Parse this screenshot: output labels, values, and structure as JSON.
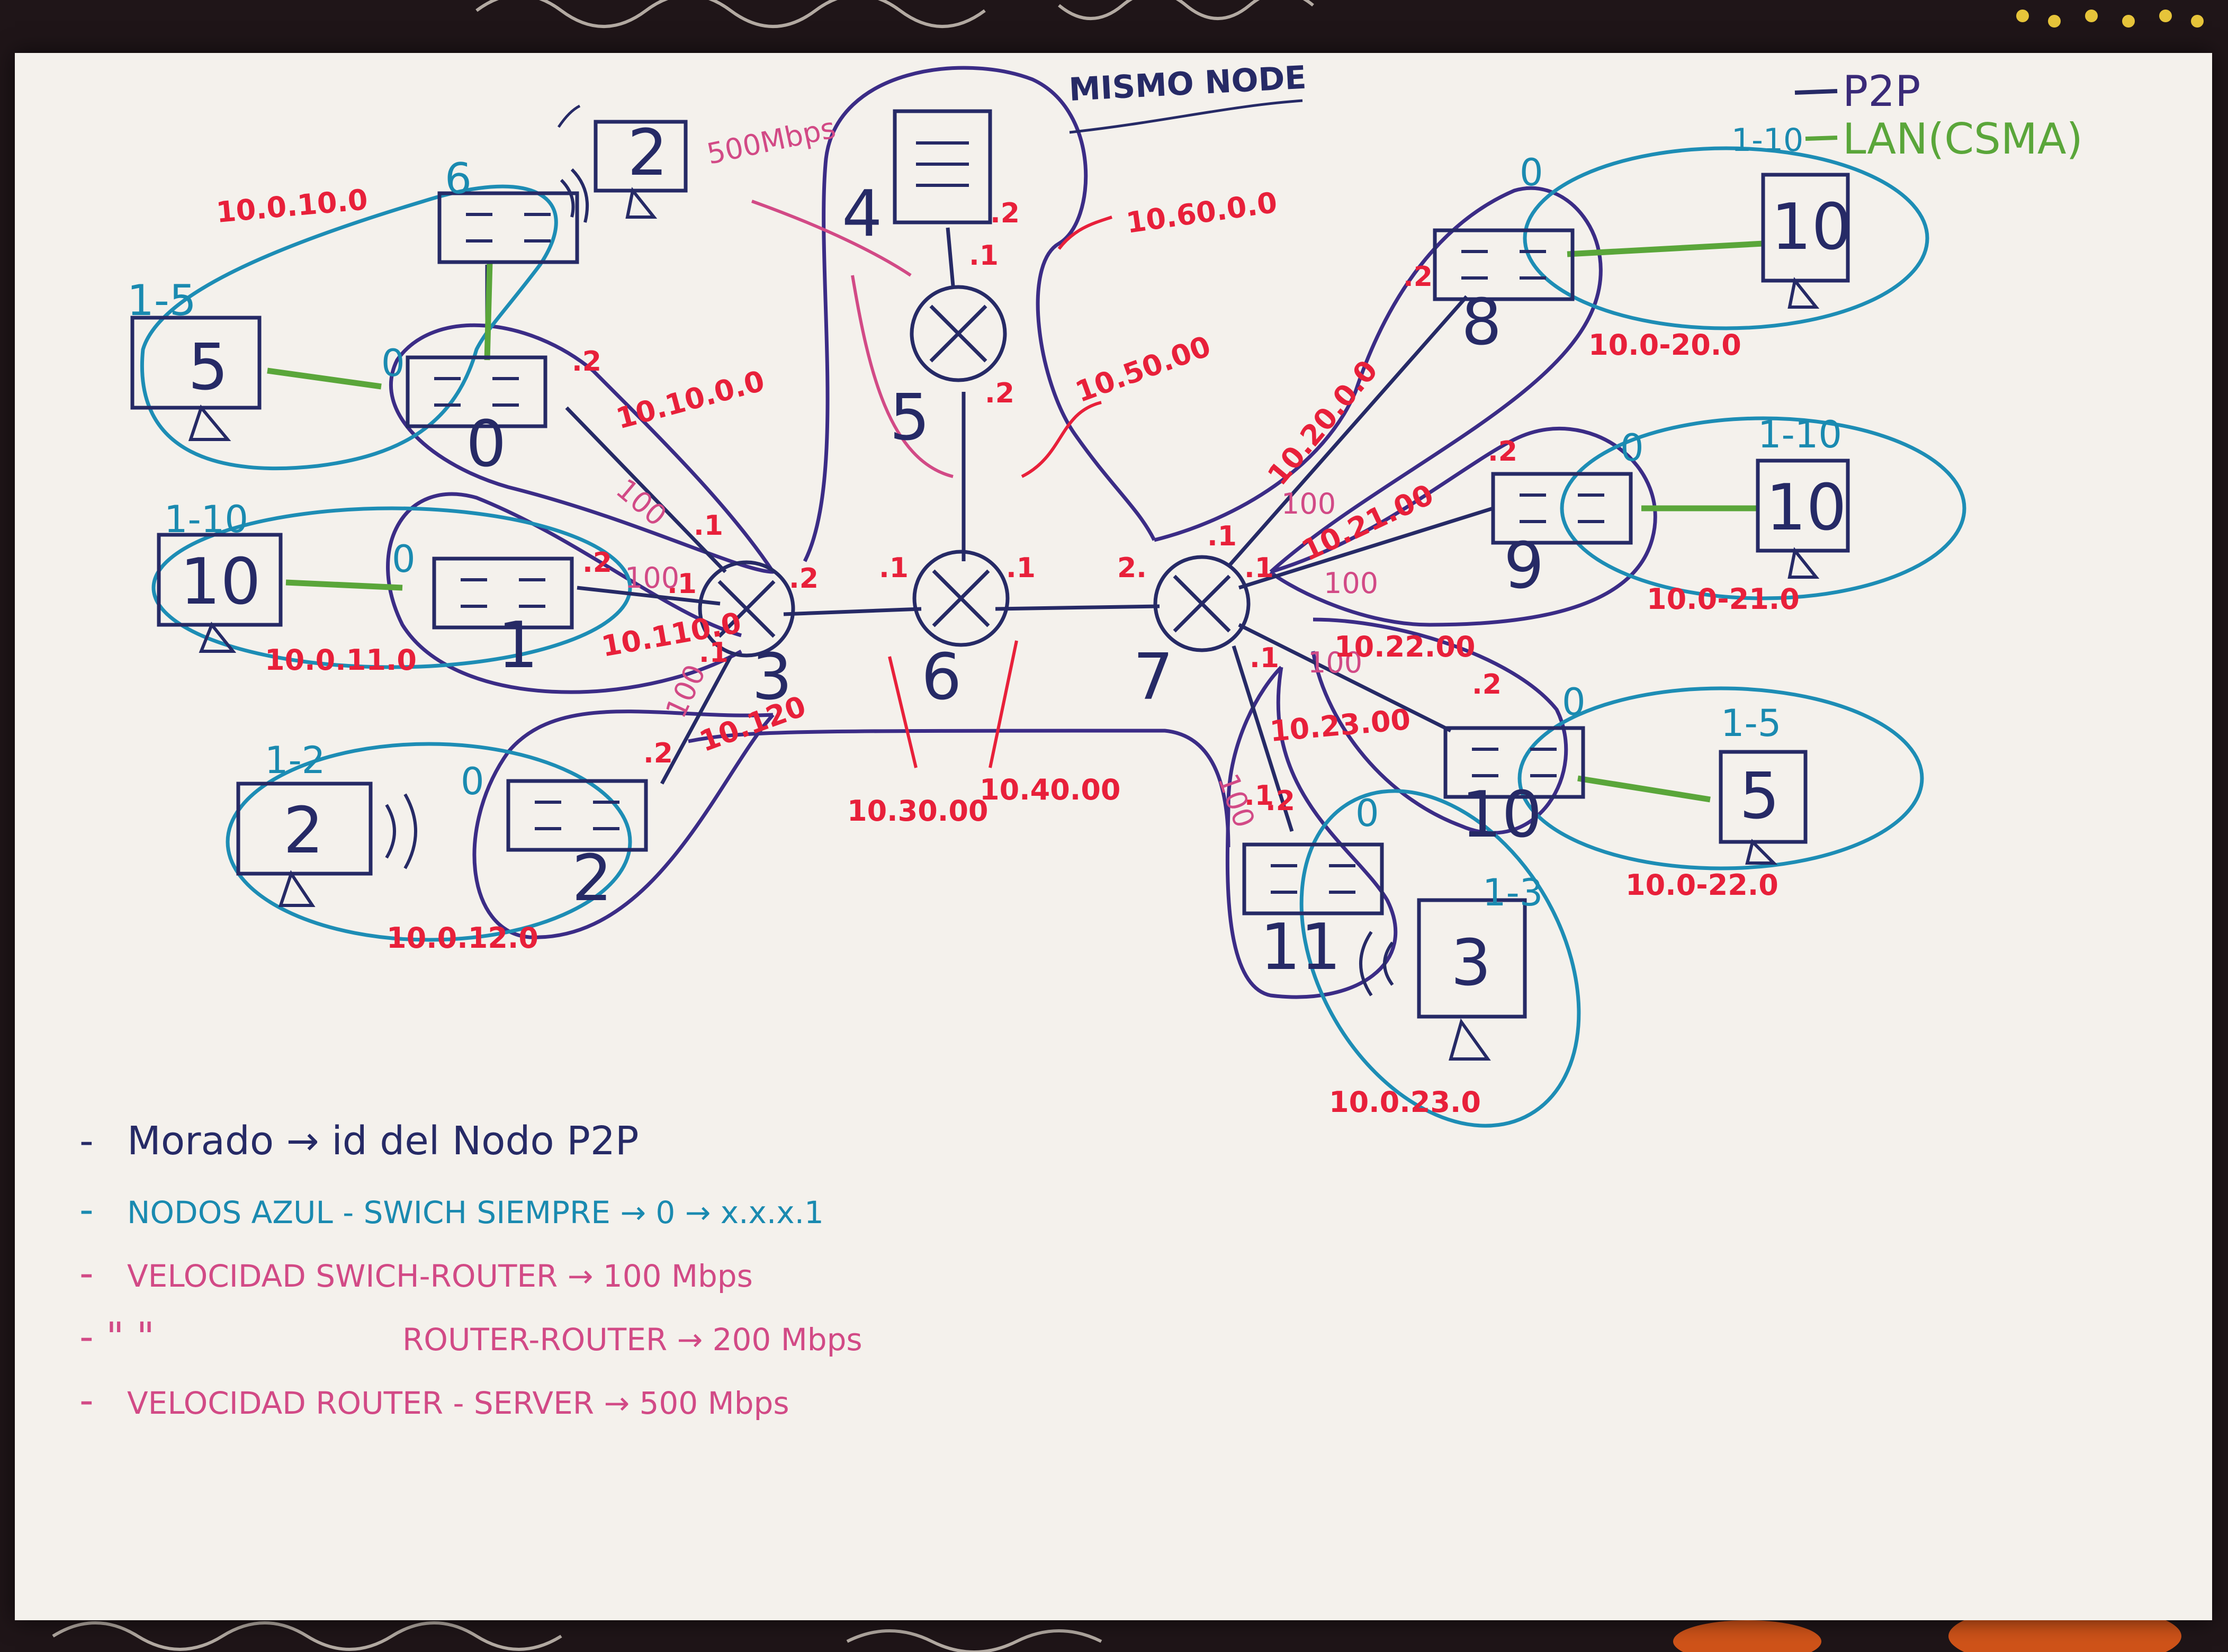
{
  "title": "MISMO NODE",
  "corner_legend": {
    "p2p": "P2P",
    "lan_range": "1-10",
    "lan": "LAN(CSMA)"
  },
  "legend": [
    {
      "dash": "-",
      "text": "Morado → id del Nodo P2P",
      "color": "#262a66"
    },
    {
      "dash": "-",
      "text": "NODOS AZUL - SWICH SIEMPRE → 0 → x.x.x.1",
      "color": "#1a8ab0"
    },
    {
      "dash": "-",
      "text": "VELOCIDAD SWICH-ROUTER → 100 Mbps",
      "color": "#d24a86"
    },
    {
      "dash": "- \" \"",
      "text": "ROUTER-ROUTER → 200 Mbps",
      "color": "#d24a86"
    },
    {
      "dash": "-",
      "text": "VELOCIDAD ROUTER - SERVER → 500 Mbps",
      "color": "#d24a86"
    }
  ],
  "routers": [
    {
      "id": "3"
    },
    {
      "id": "5"
    },
    {
      "id": "6"
    },
    {
      "id": "7"
    }
  ],
  "server": {
    "id": "4",
    "speed": "500Mbps"
  },
  "switches": [
    {
      "id": "0"
    },
    {
      "id": "1"
    },
    {
      "id": "2"
    },
    {
      "id": "6"
    },
    {
      "id": "8"
    },
    {
      "id": "9"
    },
    {
      "id": "10"
    },
    {
      "id": "11"
    }
  ],
  "host_groups": [
    {
      "count": "5",
      "range": "1-5"
    },
    {
      "count": "10",
      "range": "1-10"
    },
    {
      "count": "2",
      "range": "1-2"
    },
    {
      "count": "2",
      "range": ""
    },
    {
      "count": "10",
      "range": ""
    },
    {
      "count": "10",
      "range": "1-10"
    },
    {
      "count": "5",
      "range": "1-5"
    },
    {
      "count": "3",
      "range": "1-3"
    }
  ],
  "networks": {
    "n_10_10": "10.0.10.0",
    "n_10_10_p2p": "10.10.0.0",
    "n_10_11": "10.0.11.0",
    "n_10_110": "10.110.0",
    "n_10_12": "10.0.12.0",
    "n_10_120": "10.120",
    "n_10_60": "10.60.0.0",
    "n_10_50": "10.50.00",
    "n_10_30": "10.30.00",
    "n_10_40": "10.40.00",
    "n_10_20_p2p": "10.20.0.0",
    "n_10_20": "10.0-20.0",
    "n_10_21_p2p": "10.21.00",
    "n_10_21": "10.0-21.0",
    "n_10_22_p2p": "10.22.00",
    "n_10_22": "10.0-22.0",
    "n_10_23_p2p": "10.23.00",
    "n_10_23": "10.0.23.0"
  },
  "addr": {
    "dot1": ".1",
    "dot2": ".2",
    "one": ".1",
    "two": "2.",
    "hundred": "100",
    "zero": "0"
  }
}
